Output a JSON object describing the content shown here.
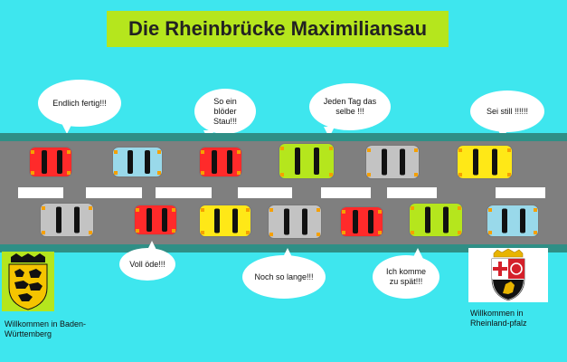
{
  "title": "Die Rheinbrücke Maximiliansau",
  "speech_top": [
    {
      "text": "Endlich fertig!!!"
    },
    {
      "text": "So ein blöder Stau!!!"
    },
    {
      "text": "Jeden Tag das selbe !!!"
    },
    {
      "text": "Sei still !!!!!!"
    }
  ],
  "speech_bottom": [
    {
      "text": "Voll öde!!!"
    },
    {
      "text": "Noch so lange!!!"
    },
    {
      "text": "Ich komme zu spät!!!"
    }
  ],
  "cars_upper": [
    {
      "color": "#ff2a2a"
    },
    {
      "color": "#99d9ea"
    },
    {
      "color": "#ff2a2a"
    },
    {
      "color": "#b5e61d"
    },
    {
      "color": "#c3c3c3"
    },
    {
      "color": "#ffe817"
    }
  ],
  "cars_lower": [
    {
      "color": "#c3c3c3"
    },
    {
      "color": "#ff2a2a"
    },
    {
      "color": "#ffe817"
    },
    {
      "color": "#c3c3c3"
    },
    {
      "color": "#ff2a2a"
    },
    {
      "color": "#b5e61d"
    },
    {
      "color": "#99d9ea"
    }
  ],
  "left_state": {
    "caption": "Willkommen in Baden-Württemberg",
    "icon": "baden-wuerttemberg-crest-icon"
  },
  "right_state": {
    "caption": "Willkommen in Rheinland-pfalz",
    "icon": "rheinland-pfalz-crest-icon"
  },
  "colors": {
    "water": "#3ee6ee",
    "title_bg": "#b5e61d",
    "road": "#7f7f7f",
    "curb": "#2f8f86"
  }
}
